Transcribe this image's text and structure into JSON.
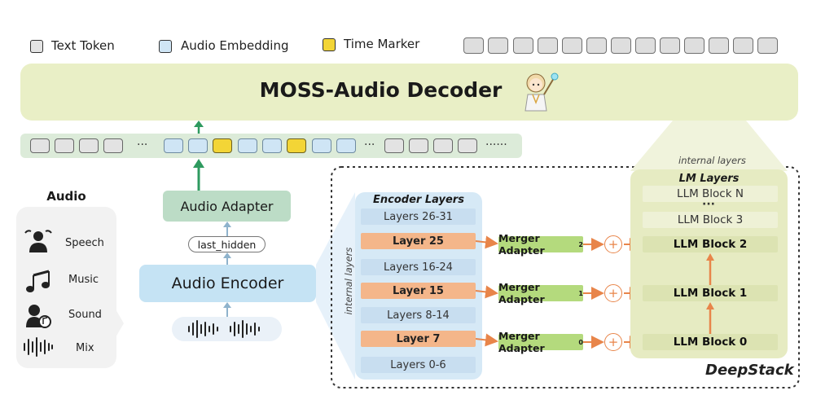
{
  "legend": {
    "text_token": "Text Token",
    "audio_embedding": "Audio Embedding",
    "time_marker": "Time Marker",
    "colors": {
      "text_token": "#e3e3e3",
      "audio_embedding": "#cfe5f5",
      "time_marker": "#f3d536"
    }
  },
  "decoder": {
    "title": "MOSS-Audio Decoder",
    "mascot": "mascot-icon"
  },
  "token_strip": {
    "ellipsis_1": "···",
    "ellipsis_2": "···",
    "ellipsis_3": "······"
  },
  "audio": {
    "title": "Audio",
    "items": [
      {
        "label": "Speech",
        "icon": "speech-icon"
      },
      {
        "label": "Music",
        "icon": "music-icon"
      },
      {
        "label": "Sound",
        "icon": "sound-icon"
      },
      {
        "label": "Mix",
        "icon": "mix-icon"
      }
    ]
  },
  "pipeline": {
    "adapter": "Audio Adapter",
    "last_hidden": "last_hidden",
    "encoder": "Audio Encoder"
  },
  "encoder_layers": {
    "title": "Encoder Layers",
    "side_label": "internal layers",
    "layers": [
      "Layers 26-31",
      "Layer 25",
      "Layers 16-24",
      "Layer 15",
      "Layers 8-14",
      "Layer 7",
      "Layers 0-6"
    ]
  },
  "mergers": [
    {
      "label": "Merger Adapter",
      "sub": "2"
    },
    {
      "label": "Merger Adapter",
      "sub": "1"
    },
    {
      "label": "Merger Adapter",
      "sub": "0"
    }
  ],
  "llm": {
    "title": "LM Layers",
    "top_label": "internal layers",
    "ellipsis": "···",
    "blocks": [
      "LLM Block N",
      "LLM Block 3",
      "LLM Block 2",
      "LLM Block 1",
      "LLM Block 0"
    ]
  },
  "deepstack_label": "DeepStack"
}
